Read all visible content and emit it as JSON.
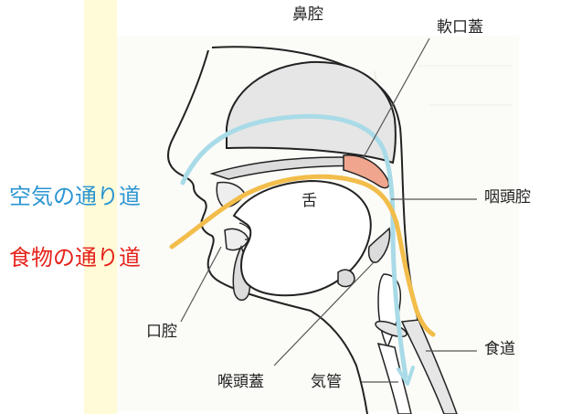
{
  "labels": {
    "nasal_cavity": "鼻腔",
    "soft_palate": "軟口蓋",
    "tongue": "舌",
    "pharynx": "咽頭腔",
    "oral_cavity": "口腔",
    "epiglottis": "喉頭蓋",
    "trachea": "気管",
    "esophagus": "食道"
  },
  "legend": {
    "air_path": "空気の通り道",
    "food_path": "食物の通り道"
  },
  "colors": {
    "air_path": "#2b95d1",
    "food_path": "#e5231b",
    "air_stroke": "#a8dbe7",
    "food_stroke": "#f2bd4a",
    "soft_palate_fill": "#f0a58e",
    "highlight_strip": "#fffbd8"
  }
}
